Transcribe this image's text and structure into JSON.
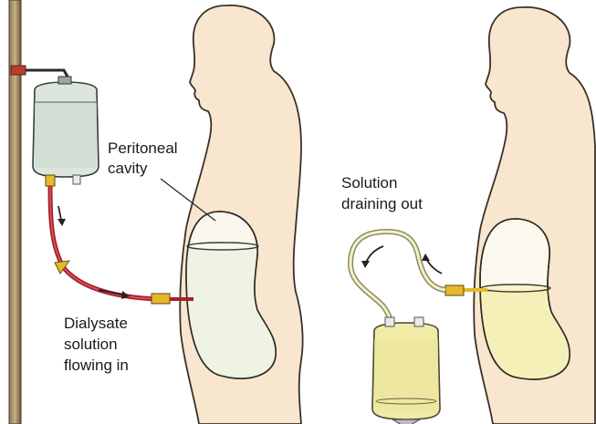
{
  "labels": {
    "peritoneal_line1": "Peritoneal",
    "peritoneal_line2": "cavity",
    "dialysate_line1": "Dialysate",
    "dialysate_line2": "solution",
    "dialysate_line3": "flowing in",
    "draining_line1": "Solution",
    "draining_line2": "draining out"
  },
  "colors": {
    "skin": "#f8e6cf",
    "skin_outline": "#3a3028",
    "pole": "#6e5a40",
    "tube_in": "#a8202a",
    "fluid_in": "#eef3e4",
    "fluid_out": "#f5f0b8",
    "bag_in": "#dde6dc",
    "bag_out": "#f0eba8",
    "connector": "#e6b82a"
  }
}
